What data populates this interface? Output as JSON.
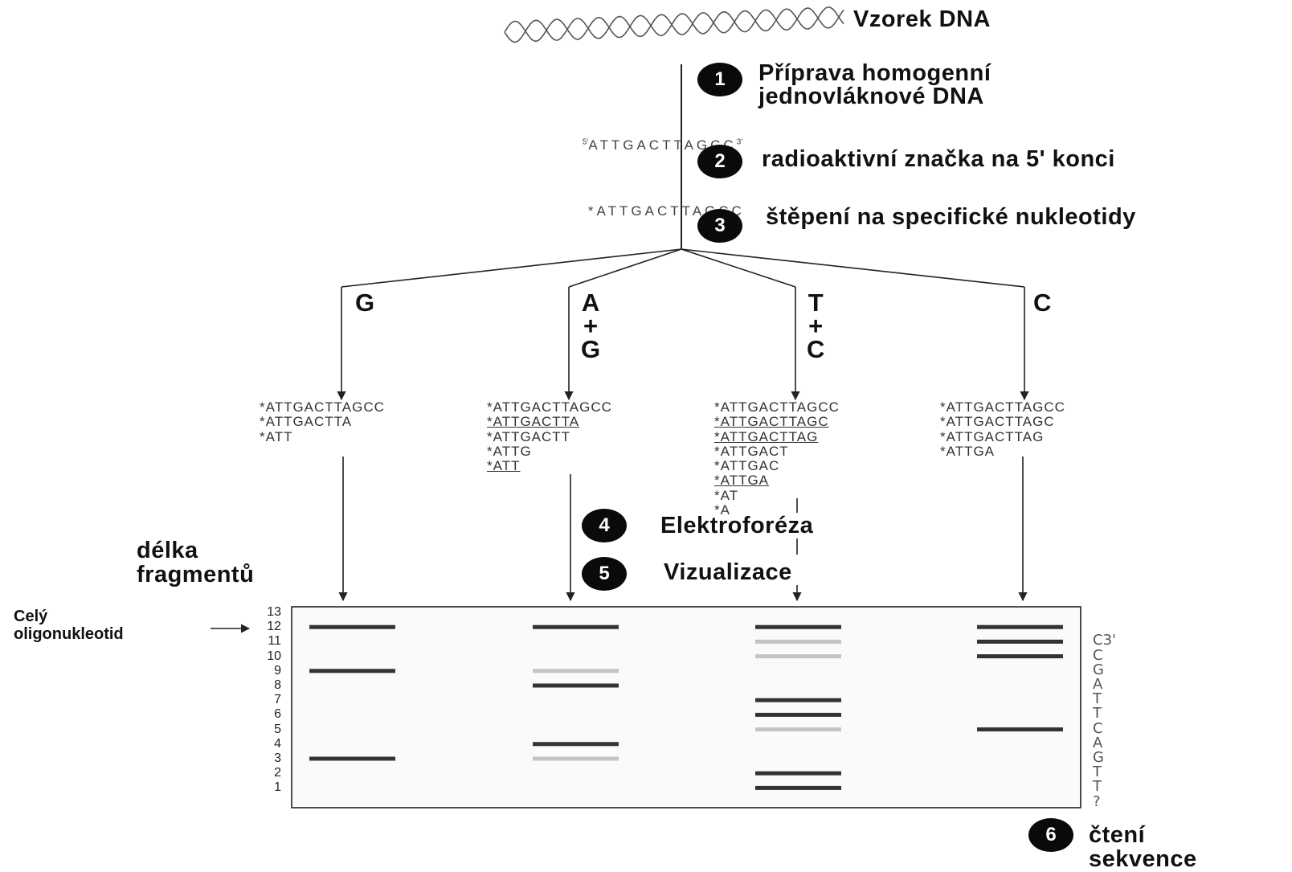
{
  "sample_label": "Vzorek DNA",
  "steps": [
    {
      "num": "1",
      "text": "Příprava homogenní\njednovláknové DNA"
    },
    {
      "num": "2",
      "text": "radioaktivní značka na 5' konci"
    },
    {
      "num": "3",
      "text": "štěpení na specifické nukleotidy"
    },
    {
      "num": "4",
      "text": "Elektroforéza"
    },
    {
      "num": "5",
      "text": "Vizualizace"
    },
    {
      "num": "6",
      "text": "čtení\nsekvence"
    }
  ],
  "sequence_5prime": {
    "prefix": "5'",
    "bases": "ATTGACTTAGCC",
    "suffix": "3'"
  },
  "sequence_labeled": {
    "prefix": "*",
    "bases": "ATTGACTTAGCC"
  },
  "lanes": [
    {
      "label": "G",
      "fragments": [
        {
          "text": "*ATTGACTTAGCC",
          "underlined": false
        },
        {
          "text": "*ATTGACTTA",
          "underlined": false
        },
        {
          "text": "*ATT",
          "underlined": false
        }
      ]
    },
    {
      "label": "A\n+\nG",
      "fragments": [
        {
          "text": "*ATTGACTTAGCC",
          "underlined": false
        },
        {
          "text": "*ATTGACTTA",
          "underlined": true
        },
        {
          "text": "*ATTGACTT",
          "underlined": false
        },
        {
          "text": "*ATTG",
          "underlined": false
        },
        {
          "text": "*ATT",
          "underlined": true
        }
      ]
    },
    {
      "label": "T\n+\nC",
      "fragments": [
        {
          "text": "*ATTGACTTAGCC",
          "underlined": false
        },
        {
          "text": "*ATTGACTTAGC",
          "underlined": true
        },
        {
          "text": "*ATTGACTTAG",
          "underlined": true
        },
        {
          "text": "*ATTGACT",
          "underlined": false
        },
        {
          "text": "*ATTGAC",
          "underlined": false
        },
        {
          "text": "*ATTGA",
          "underlined": true
        },
        {
          "text": "*AT",
          "underlined": false
        },
        {
          "text": "*A",
          "underlined": false
        }
      ]
    },
    {
      "label": "C",
      "fragments": [
        {
          "text": "*ATTGACTTAGCC",
          "underlined": false
        },
        {
          "text": "*ATTGACTTAGC",
          "underlined": false
        },
        {
          "text": "*ATTGACTTAG",
          "underlined": false
        },
        {
          "text": "*ATTGA",
          "underlined": false
        }
      ]
    }
  ],
  "fragment_length_label": "délka\nfragmentů",
  "full_oligo_label": "Celý\noligonukleotid",
  "ladder": [
    "13",
    "12",
    "11",
    "10",
    "9",
    "8",
    "7",
    "6",
    "5",
    "4",
    "3",
    "2",
    "1"
  ],
  "gel_bands": [
    {
      "lane": 0,
      "length": 12,
      "intensity": "dark"
    },
    {
      "lane": 0,
      "length": 9,
      "intensity": "dark"
    },
    {
      "lane": 0,
      "length": 3,
      "intensity": "dark"
    },
    {
      "lane": 1,
      "length": 12,
      "intensity": "dark"
    },
    {
      "lane": 1,
      "length": 9,
      "intensity": "light"
    },
    {
      "lane": 1,
      "length": 8,
      "intensity": "dark"
    },
    {
      "lane": 1,
      "length": 4,
      "intensity": "dark"
    },
    {
      "lane": 1,
      "length": 3,
      "intensity": "light"
    },
    {
      "lane": 2,
      "length": 12,
      "intensity": "dark"
    },
    {
      "lane": 2,
      "length": 11,
      "intensity": "light"
    },
    {
      "lane": 2,
      "length": 10,
      "intensity": "light"
    },
    {
      "lane": 2,
      "length": 7,
      "intensity": "dark"
    },
    {
      "lane": 2,
      "length": 6,
      "intensity": "dark"
    },
    {
      "lane": 2,
      "length": 5,
      "intensity": "light"
    },
    {
      "lane": 2,
      "length": 2,
      "intensity": "dark"
    },
    {
      "lane": 2,
      "length": 1,
      "intensity": "dark"
    },
    {
      "lane": 3,
      "length": 12,
      "intensity": "dark"
    },
    {
      "lane": 3,
      "length": 11,
      "intensity": "dark"
    },
    {
      "lane": 3,
      "length": 10,
      "intensity": "dark"
    },
    {
      "lane": 3,
      "length": 5,
      "intensity": "dark"
    }
  ],
  "read_sequence": [
    "C3'",
    "C",
    "G",
    "A",
    "T",
    "T",
    "C",
    "A",
    "G",
    "T",
    "T",
    "?"
  ],
  "colors": {
    "dark_band": "#333333",
    "light_band": "#c4c4c4",
    "text": "#111111",
    "step_fill": "#0a0a0a"
  }
}
